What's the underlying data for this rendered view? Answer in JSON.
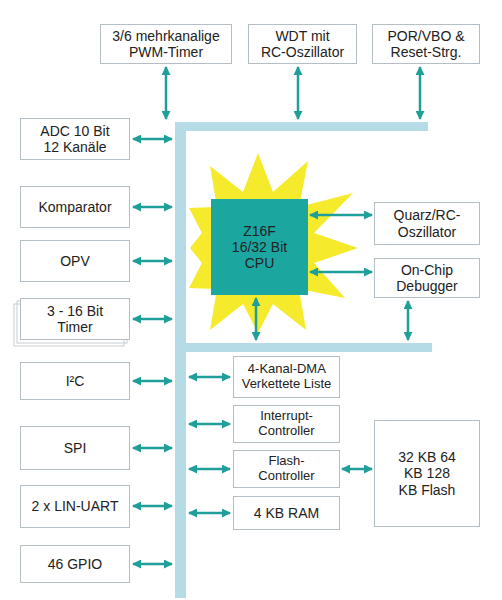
{
  "diagram": {
    "nodes": [
      {
        "text": [
          "3/6 mehrkanalige PWM-Timer"
        ]
      },
      {
        "text": [
          "WDT mit RC-Oszillator"
        ]
      },
      {
        "text": [
          "POR/VBO & Reset-Strg."
        ]
      },
      {
        "text": [
          "ADC 10 Bit 12 Kanäle"
        ]
      },
      {
        "text": [
          "Z16F 16/32 Bit CPU"
        ]
      },
      {
        "text": [
          "Quarz/RC-Oszillator"
        ]
      },
      {
        "text": [
          "Komparator"
        ]
      },
      {
        "text": [
          "On-Chip Debugger"
        ]
      },
      {
        "text": [
          "OPV"
        ]
      },
      {
        "text": [
          "3 - 16 Bit Timer"
        ]
      },
      {
        "text": [
          "I²C"
        ]
      },
      {
        "text": [
          "4-Kanal-DMA Verkettete Liste"
        ]
      },
      {
        "text": [
          "Interrupt-Controller"
        ]
      },
      {
        "text": [
          "SPI"
        ]
      },
      {
        "text": [
          "Flash-Controller"
        ]
      },
      {
        "text": [
          "32 KB 64 KB 128 KB Flash"
        ]
      },
      {
        "text": [
          "4 KB RAM"
        ]
      },
      {
        "text": [
          "2 x LIN-UART"
        ]
      },
      {
        "text": [
          "46 GPIO"
        ]
      }
    ],
    "edges": [
      {
        "from": 4,
        "to": 5,
        "arrow": "both"
      },
      {
        "from": 4,
        "to": 7,
        "arrow": "both"
      },
      {
        "from": 14,
        "to": 15,
        "arrow": "both"
      }
    ]
  }
}
